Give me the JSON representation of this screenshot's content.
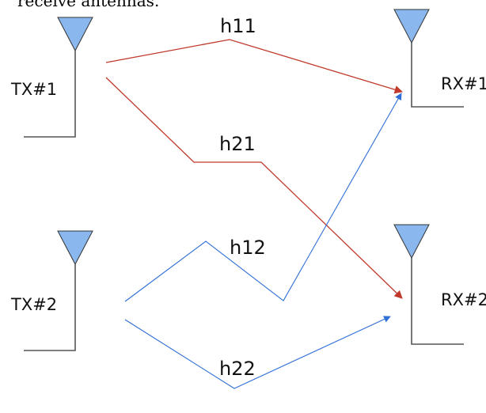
{
  "caption": "receive antennas.",
  "antennas": {
    "tx1": "TX#1",
    "tx2": "TX#2",
    "rx1": "RX#1",
    "rx2": "RX#2"
  },
  "channels": {
    "h11": "h11",
    "h21": "h21",
    "h12": "h12",
    "h22": "h22"
  },
  "colors": {
    "antenna_fill": "#8ab8ee",
    "tx1_paths": "#c0392b",
    "tx2_paths": "#2f6fd6"
  }
}
